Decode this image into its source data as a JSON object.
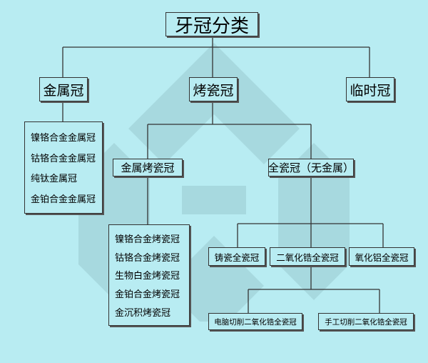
{
  "diagram": {
    "root": "牙冠分类",
    "categories": {
      "metal": "金属冠",
      "porcelain_fused": "烤瓷冠",
      "temporary": "临时冠"
    },
    "metal_items": [
      "镍铬合金金属冠",
      "钴铬合金金属冠",
      "纯钛金属冠",
      "金铂合金金属冠"
    ],
    "porcelain_sub": {
      "metal_ceramic": "金属烤瓷冠",
      "all_ceramic": "全瓷冠（无金属）"
    },
    "metal_ceramic_items": [
      "镍铬合金烤瓷冠",
      "钴铬合金烤瓷冠",
      "生物白金烤瓷冠",
      "金铂合金烤瓷冠",
      "金沉积烤瓷冠"
    ],
    "all_ceramic_items": {
      "cast": "铸瓷全瓷冠",
      "zirconia": "二氧化锆全瓷冠",
      "alumina": "氧化铝全瓷冠"
    },
    "zirconia_items": {
      "cad": "电脑切削二氧化锆全瓷冠",
      "manual": "手工切削二氧化锆全瓷冠"
    }
  },
  "colors": {
    "background": "#b8ecf2",
    "watermark": "#a6d8de",
    "line": "#333333"
  }
}
